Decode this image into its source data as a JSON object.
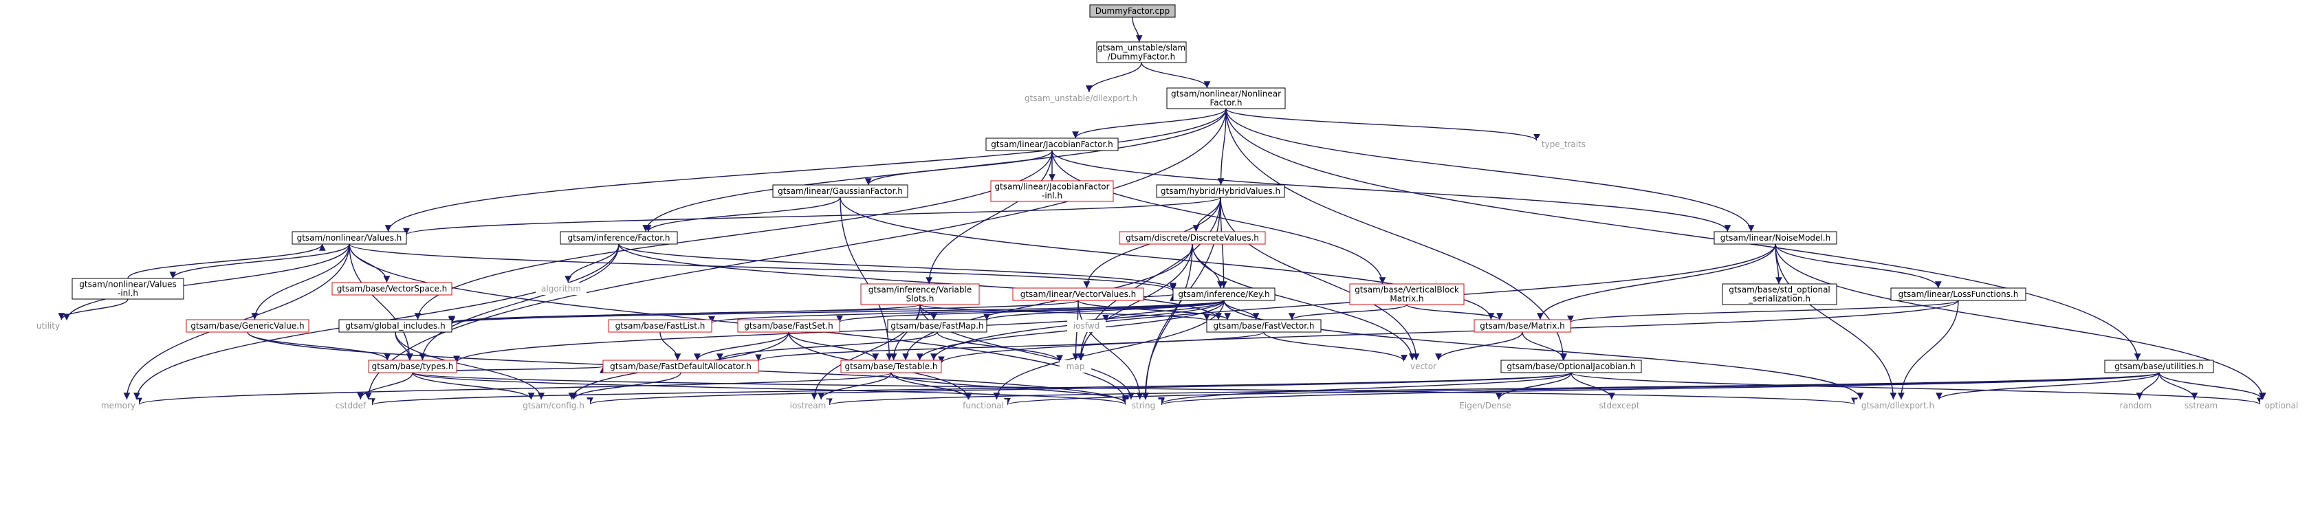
{
  "colors": {
    "edge": "#191970",
    "node_black_border": "#000000",
    "node_red_border": "#ff0000",
    "node_gray_text": "#999999",
    "node_text": "#000000",
    "root_fill": "#bfbfbf"
  },
  "nodes": [
    {
      "id": "DummyFactor_cpp",
      "lines": [
        "DummyFactor.cpp"
      ],
      "style": "root"
    },
    {
      "id": "DummyFactor_h",
      "lines": [
        "gtsam_unstable/slam",
        "/DummyFactor.h"
      ],
      "style": "black"
    },
    {
      "id": "unstable_dllexport",
      "lines": [
        "gtsam_unstable/dllexport.h"
      ],
      "style": "gray"
    },
    {
      "id": "NonlinearFactor_h",
      "lines": [
        "gtsam/nonlinear/Nonlinear",
        "Factor.h"
      ],
      "style": "black"
    },
    {
      "id": "type_traits",
      "lines": [
        "type_traits"
      ],
      "style": "gray"
    },
    {
      "id": "JacobianFactor_h",
      "lines": [
        "gtsam/linear/JacobianFactor.h"
      ],
      "style": "black"
    },
    {
      "id": "JacobianFactor_inl",
      "lines": [
        "gtsam/linear/JacobianFactor",
        "-inl.h"
      ],
      "style": "red"
    },
    {
      "id": "GaussianFactor_h",
      "lines": [
        "gtsam/linear/GaussianFactor.h"
      ],
      "style": "black"
    },
    {
      "id": "HybridValues_h",
      "lines": [
        "gtsam/hybrid/HybridValues.h"
      ],
      "style": "black"
    },
    {
      "id": "Values_h",
      "lines": [
        "gtsam/nonlinear/Values.h"
      ],
      "style": "black"
    },
    {
      "id": "Factor_h",
      "lines": [
        "gtsam/inference/Factor.h"
      ],
      "style": "black"
    },
    {
      "id": "DiscreteValues_h",
      "lines": [
        "gtsam/discrete/DiscreteValues.h"
      ],
      "style": "red"
    },
    {
      "id": "NoiseModel_h",
      "lines": [
        "gtsam/linear/NoiseModel.h"
      ],
      "style": "black"
    },
    {
      "id": "Values_inl",
      "lines": [
        "gtsam/nonlinear/Values",
        "-inl.h"
      ],
      "style": "black"
    },
    {
      "id": "VectorSpace_h",
      "lines": [
        "gtsam/base/VectorSpace.h"
      ],
      "style": "red"
    },
    {
      "id": "algorithm",
      "lines": [
        "algorithm"
      ],
      "style": "gray"
    },
    {
      "id": "VariableSlots_h",
      "lines": [
        "gtsam/inference/Variable",
        "Slots.h"
      ],
      "style": "red"
    },
    {
      "id": "VectorValues_h",
      "lines": [
        "gtsam/linear/VectorValues.h"
      ],
      "style": "red"
    },
    {
      "id": "Key_h",
      "lines": [
        "gtsam/inference/Key.h"
      ],
      "style": "black"
    },
    {
      "id": "VerticalBlockMatrix_h",
      "lines": [
        "gtsam/base/VerticalBlock",
        "Matrix.h"
      ],
      "style": "red"
    },
    {
      "id": "std_optional_serialization",
      "lines": [
        "gtsam/base/std_optional",
        "_serialization.h"
      ],
      "style": "black"
    },
    {
      "id": "LossFunctions_h",
      "lines": [
        "gtsam/linear/LossFunctions.h"
      ],
      "style": "black"
    },
    {
      "id": "utility",
      "lines": [
        "utility"
      ],
      "style": "gray"
    },
    {
      "id": "GenericValue_h",
      "lines": [
        "gtsam/base/GenericValue.h"
      ],
      "style": "red"
    },
    {
      "id": "global_includes_h",
      "lines": [
        "gtsam/global_includes.h"
      ],
      "style": "black"
    },
    {
      "id": "FastList_h",
      "lines": [
        "gtsam/base/FastList.h"
      ],
      "style": "red"
    },
    {
      "id": "FastSet_h",
      "lines": [
        "gtsam/base/FastSet.h"
      ],
      "style": "red"
    },
    {
      "id": "FastMap_h",
      "lines": [
        "gtsam/base/FastMap.h"
      ],
      "style": "black"
    },
    {
      "id": "iosfwd",
      "lines": [
        "iosfwd"
      ],
      "style": "gray"
    },
    {
      "id": "FastVector_h",
      "lines": [
        "gtsam/base/FastVector.h"
      ],
      "style": "black"
    },
    {
      "id": "Matrix_h",
      "lines": [
        "gtsam/base/Matrix.h"
      ],
      "style": "red"
    },
    {
      "id": "types_h",
      "lines": [
        "gtsam/base/types.h"
      ],
      "style": "red"
    },
    {
      "id": "FastDefaultAllocator_h",
      "lines": [
        "gtsam/base/FastDefaultAllocator.h"
      ],
      "style": "red"
    },
    {
      "id": "Testable_h",
      "lines": [
        "gtsam/base/Testable.h"
      ],
      "style": "red"
    },
    {
      "id": "map",
      "lines": [
        "map"
      ],
      "style": "gray"
    },
    {
      "id": "vector",
      "lines": [
        "vector"
      ],
      "style": "gray"
    },
    {
      "id": "OptionalJacobian_h",
      "lines": [
        "gtsam/base/OptionalJacobian.h"
      ],
      "style": "black"
    },
    {
      "id": "utilities_h",
      "lines": [
        "gtsam/base/utilities.h"
      ],
      "style": "black"
    },
    {
      "id": "memory",
      "lines": [
        "memory"
      ],
      "style": "gray"
    },
    {
      "id": "cstddef",
      "lines": [
        "cstddef"
      ],
      "style": "gray"
    },
    {
      "id": "config_h",
      "lines": [
        "gtsam/config.h"
      ],
      "style": "gray"
    },
    {
      "id": "iostream",
      "lines": [
        "iostream"
      ],
      "style": "gray"
    },
    {
      "id": "functional",
      "lines": [
        "functional"
      ],
      "style": "gray"
    },
    {
      "id": "string",
      "lines": [
        "string"
      ],
      "style": "gray"
    },
    {
      "id": "dllexport_h",
      "lines": [
        "gtsam/dllexport.h"
      ],
      "style": "gray"
    },
    {
      "id": "Eigen_Dense",
      "lines": [
        "Eigen/Dense"
      ],
      "style": "gray"
    },
    {
      "id": "stdexcept",
      "lines": [
        "stdexcept"
      ],
      "style": "gray"
    },
    {
      "id": "random",
      "lines": [
        "random"
      ],
      "style": "gray"
    },
    {
      "id": "sstream",
      "lines": [
        "sstream"
      ],
      "style": "gray"
    },
    {
      "id": "optional",
      "lines": [
        "optional"
      ],
      "style": "gray"
    }
  ],
  "edges": [
    [
      "DummyFactor_cpp",
      "DummyFactor_h"
    ],
    [
      "DummyFactor_h",
      "unstable_dllexport"
    ],
    [
      "DummyFactor_h",
      "NonlinearFactor_h"
    ],
    [
      "NonlinearFactor_h",
      "type_traits"
    ],
    [
      "NonlinearFactor_h",
      "JacobianFactor_h"
    ],
    [
      "NonlinearFactor_h",
      "HybridValues_h"
    ],
    [
      "NonlinearFactor_h",
      "Values_h"
    ],
    [
      "NonlinearFactor_h",
      "Factor_h"
    ],
    [
      "NonlinearFactor_h",
      "NoiseModel_h"
    ],
    [
      "NonlinearFactor_h",
      "OptionalJacobian_h"
    ],
    [
      "NonlinearFactor_h",
      "utilities_h"
    ],
    [
      "NonlinearFactor_h",
      "cstddef"
    ],
    [
      "JacobianFactor_h",
      "JacobianFactor_inl"
    ],
    [
      "JacobianFactor_h",
      "GaussianFactor_h"
    ],
    [
      "JacobianFactor_h",
      "VariableSlots_h"
    ],
    [
      "JacobianFactor_h",
      "VerticalBlockMatrix_h"
    ],
    [
      "JacobianFactor_h",
      "NoiseModel_h"
    ],
    [
      "JacobianFactor_h",
      "global_includes_h"
    ],
    [
      "GaussianFactor_h",
      "Factor_h"
    ],
    [
      "GaussianFactor_h",
      "Testable_h"
    ],
    [
      "GaussianFactor_h",
      "Matrix_h"
    ],
    [
      "HybridValues_h",
      "Values_h"
    ],
    [
      "HybridValues_h",
      "DiscreteValues_h"
    ],
    [
      "HybridValues_h",
      "VectorValues_h"
    ],
    [
      "HybridValues_h",
      "Key_h"
    ],
    [
      "HybridValues_h",
      "vector"
    ],
    [
      "HybridValues_h",
      "map"
    ],
    [
      "HybridValues_h",
      "string"
    ],
    [
      "Values_h",
      "Values_inl"
    ],
    [
      "Values_h",
      "VectorSpace_h"
    ],
    [
      "Values_h",
      "GenericValue_h"
    ],
    [
      "Values_h",
      "Key_h"
    ],
    [
      "Values_h",
      "types_h"
    ],
    [
      "Values_h",
      "memory"
    ],
    [
      "Values_h",
      "string"
    ],
    [
      "Values_h",
      "utility"
    ],
    [
      "Values_inl",
      "Values_h"
    ],
    [
      "Values_inl",
      "utility"
    ],
    [
      "Factor_h",
      "Key_h"
    ],
    [
      "Factor_h",
      "FastVector_h"
    ],
    [
      "Factor_h",
      "types_h"
    ],
    [
      "Factor_h",
      "algorithm"
    ],
    [
      "Factor_h",
      "memory"
    ],
    [
      "DiscreteValues_h",
      "Key_h"
    ],
    [
      "DiscreteValues_h",
      "Testable_h"
    ],
    [
      "DiscreteValues_h",
      "map"
    ],
    [
      "DiscreteValues_h",
      "string"
    ],
    [
      "DiscreteValues_h",
      "vector"
    ],
    [
      "NoiseModel_h",
      "std_optional_serialization"
    ],
    [
      "NoiseModel_h",
      "LossFunctions_h"
    ],
    [
      "NoiseModel_h",
      "Matrix_h"
    ],
    [
      "NoiseModel_h",
      "Testable_h"
    ],
    [
      "NoiseModel_h",
      "dllexport_h"
    ],
    [
      "NoiseModel_h",
      "optional"
    ],
    [
      "VariableSlots_h",
      "FastMap_h"
    ],
    [
      "VariableSlots_h",
      "FastVector_h"
    ],
    [
      "VariableSlots_h",
      "Testable_h"
    ],
    [
      "VariableSlots_h",
      "global_includes_h"
    ],
    [
      "VariableSlots_h",
      "iostream"
    ],
    [
      "VariableSlots_h",
      "string"
    ],
    [
      "VectorValues_h",
      "FastVector_h"
    ],
    [
      "VectorValues_h",
      "Key_h"
    ],
    [
      "VectorValues_h",
      "global_includes_h"
    ],
    [
      "VectorValues_h",
      "map"
    ],
    [
      "VectorValues_h",
      "string"
    ],
    [
      "Key_h",
      "FastList_h"
    ],
    [
      "Key_h",
      "FastSet_h"
    ],
    [
      "Key_h",
      "FastMap_h"
    ],
    [
      "Key_h",
      "FastVector_h"
    ],
    [
      "Key_h",
      "types_h"
    ],
    [
      "Key_h",
      "dllexport_h"
    ],
    [
      "Key_h",
      "global_includes_h"
    ],
    [
      "Key_h",
      "iosfwd"
    ],
    [
      "Key_h",
      "functional"
    ],
    [
      "Key_h",
      "Testable_h"
    ],
    [
      "VerticalBlockMatrix_h",
      "FastVector_h"
    ],
    [
      "VerticalBlockMatrix_h",
      "Matrix_h"
    ],
    [
      "LossFunctions_h",
      "Matrix_h"
    ],
    [
      "LossFunctions_h",
      "Testable_h"
    ],
    [
      "LossFunctions_h",
      "dllexport_h"
    ],
    [
      "GenericValue_h",
      "types_h"
    ],
    [
      "GenericValue_h",
      "string"
    ],
    [
      "global_includes_h",
      "config_h"
    ],
    [
      "global_includes_h",
      "types_h"
    ],
    [
      "FastList_h",
      "FastDefaultAllocator_h"
    ],
    [
      "FastSet_h",
      "FastDefaultAllocator_h"
    ],
    [
      "FastSet_h",
      "Testable_h"
    ],
    [
      "FastSet_h",
      "functional"
    ],
    [
      "FastSet_h",
      "config_h"
    ],
    [
      "FastMap_h",
      "FastDefaultAllocator_h"
    ],
    [
      "FastMap_h",
      "map"
    ],
    [
      "FastVector_h",
      "FastDefaultAllocator_h"
    ],
    [
      "FastVector_h",
      "vector"
    ],
    [
      "Matrix_h",
      "OptionalJacobian_h"
    ],
    [
      "Matrix_h",
      "vector"
    ],
    [
      "types_h",
      "FastDefaultAllocator_h"
    ],
    [
      "types_h",
      "config_h"
    ],
    [
      "types_h",
      "dllexport_h"
    ],
    [
      "types_h",
      "cstddef"
    ],
    [
      "types_h",
      "string"
    ],
    [
      "FastDefaultAllocator_h",
      "config_h"
    ],
    [
      "Testable_h",
      "memory"
    ],
    [
      "Testable_h",
      "iostream"
    ],
    [
      "Testable_h",
      "functional"
    ],
    [
      "Testable_h",
      "string"
    ],
    [
      "OptionalJacobian_h",
      "Eigen_Dense"
    ],
    [
      "OptionalJacobian_h",
      "stdexcept"
    ],
    [
      "OptionalJacobian_h",
      "string"
    ],
    [
      "OptionalJacobian_h",
      "cstddef"
    ],
    [
      "OptionalJacobian_h",
      "optional"
    ],
    [
      "OptionalJacobian_h",
      "config_h"
    ],
    [
      "utilities_h",
      "string"
    ],
    [
      "utilities_h",
      "iostream"
    ],
    [
      "utilities_h",
      "sstream"
    ],
    [
      "utilities_h",
      "random"
    ],
    [
      "utilities_h",
      "functional"
    ],
    [
      "utilities_h",
      "dllexport_h"
    ],
    [
      "utilities_h",
      "optional"
    ]
  ]
}
